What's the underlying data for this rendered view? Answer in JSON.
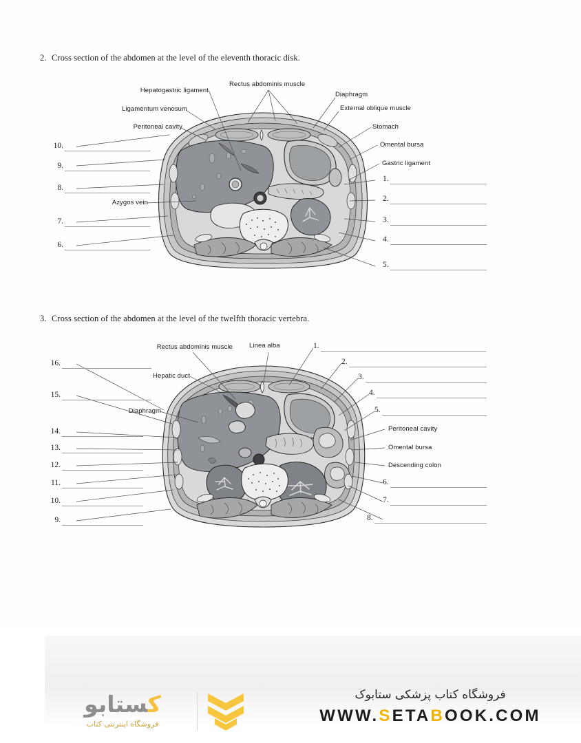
{
  "page": {
    "background": "#ffffff",
    "rule_color": "#9a9a9a"
  },
  "questions": [
    {
      "number": "2.",
      "text": "Cross section of the abdomen at the level of the eleventh thoracic disk.",
      "figure_caption": "Grayscale cross-sectional anatomy illustration of the abdomen at the level of the eleventh thoracic disk",
      "named_labels": [
        "Hepatogastric ligament",
        "Rectus abdominis muscle",
        "Diaphragm",
        "Ligamentum venosum",
        "External oblique muscle",
        "Peritoneal cavity",
        "Stomach",
        "Omental bursa",
        "Gastric ligament",
        "Azygos vein"
      ],
      "blanks_right": [
        "1.",
        "2.",
        "3.",
        "4.",
        "5."
      ],
      "blanks_left": [
        "10.",
        "9.",
        "8.",
        "7.",
        "6."
      ]
    },
    {
      "number": "3.",
      "text": "Cross section of the abdomen at the level of the twelfth thoracic vertebra.",
      "figure_caption": "Grayscale cross-sectional anatomy illustration of the abdomen at the level of the twelfth thoracic vertebra",
      "named_labels": [
        "Rectus abdominis muscle",
        "Linea alba",
        "Hepatic duct",
        "Diaphragm",
        "Peritoneal cavity",
        "Omental bursa",
        "Descending colon"
      ],
      "blanks_right": [
        "1.",
        "2.",
        "3.",
        "4.",
        "5.",
        "6.",
        "7.",
        "8."
      ],
      "blanks_left": [
        "16.",
        "15.",
        "14.",
        "13.",
        "12.",
        "11.",
        "10.",
        "9."
      ]
    }
  ],
  "fig2_labels": {
    "hepatogastric_ligament": "Hepatogastric ligament",
    "rectus_abdominis_muscle": "Rectus abdominis muscle",
    "diaphragm": "Diaphragm",
    "ligamentum_venosum": "Ligamentum venosum",
    "external_oblique_muscle": "External oblique muscle",
    "peritoneal_cavity": "Peritoneal cavity",
    "stomach": "Stomach",
    "omental_bursa": "Omental bursa",
    "gastric_ligament": "Gastric ligament",
    "azygos_vein": "Azygos vein"
  },
  "fig3_labels": {
    "rectus_abdominis_muscle": "Rectus abdominis muscle",
    "linea_alba": "Linea alba",
    "hepatic_duct": "Hepatic duct",
    "diaphragm": "Diaphragm",
    "peritoneal_cavity": "Peritoneal cavity",
    "omental_bursa": "Omental bursa",
    "descending_colon": "Descending colon"
  },
  "fig2_blanks": {
    "n1": "1.",
    "n2": "2.",
    "n3": "3.",
    "n4": "4.",
    "n5": "5.",
    "n6": "6.",
    "n7": "7.",
    "n8": "8.",
    "n9": "9.",
    "n10": "10."
  },
  "fig3_blanks": {
    "n1": "1.",
    "n2": "2.",
    "n3": "3.",
    "n4": "4.",
    "n5": "5.",
    "n6": "6.",
    "n7": "7.",
    "n8": "8.",
    "n9": "9.",
    "n10": "10.",
    "n11": "11.",
    "n12": "12.",
    "n13": "13.",
    "n14": "14.",
    "n15": "15.",
    "n16": "16."
  },
  "footer": {
    "logo_word_part1": "ستابو",
    "logo_word_part2": "ک",
    "logo_subtitle": "فروشگاه اینترنتی کتاب",
    "tagline_fa": "فروشگاه کتاب پزشکی ستابوک",
    "url_segments": [
      {
        "text": "WWW.",
        "color": "dark"
      },
      {
        "text": "S",
        "color": "yellow"
      },
      {
        "text": "ETA",
        "color": "dark"
      },
      {
        "text": "B",
        "color": "yellow"
      },
      {
        "text": "OOK.COM",
        "color": "dark"
      }
    ],
    "url_plain": "WWW.SETABOOK.COM",
    "accent_color": "#f0b400",
    "logo_gray": "#8d8d8d"
  }
}
